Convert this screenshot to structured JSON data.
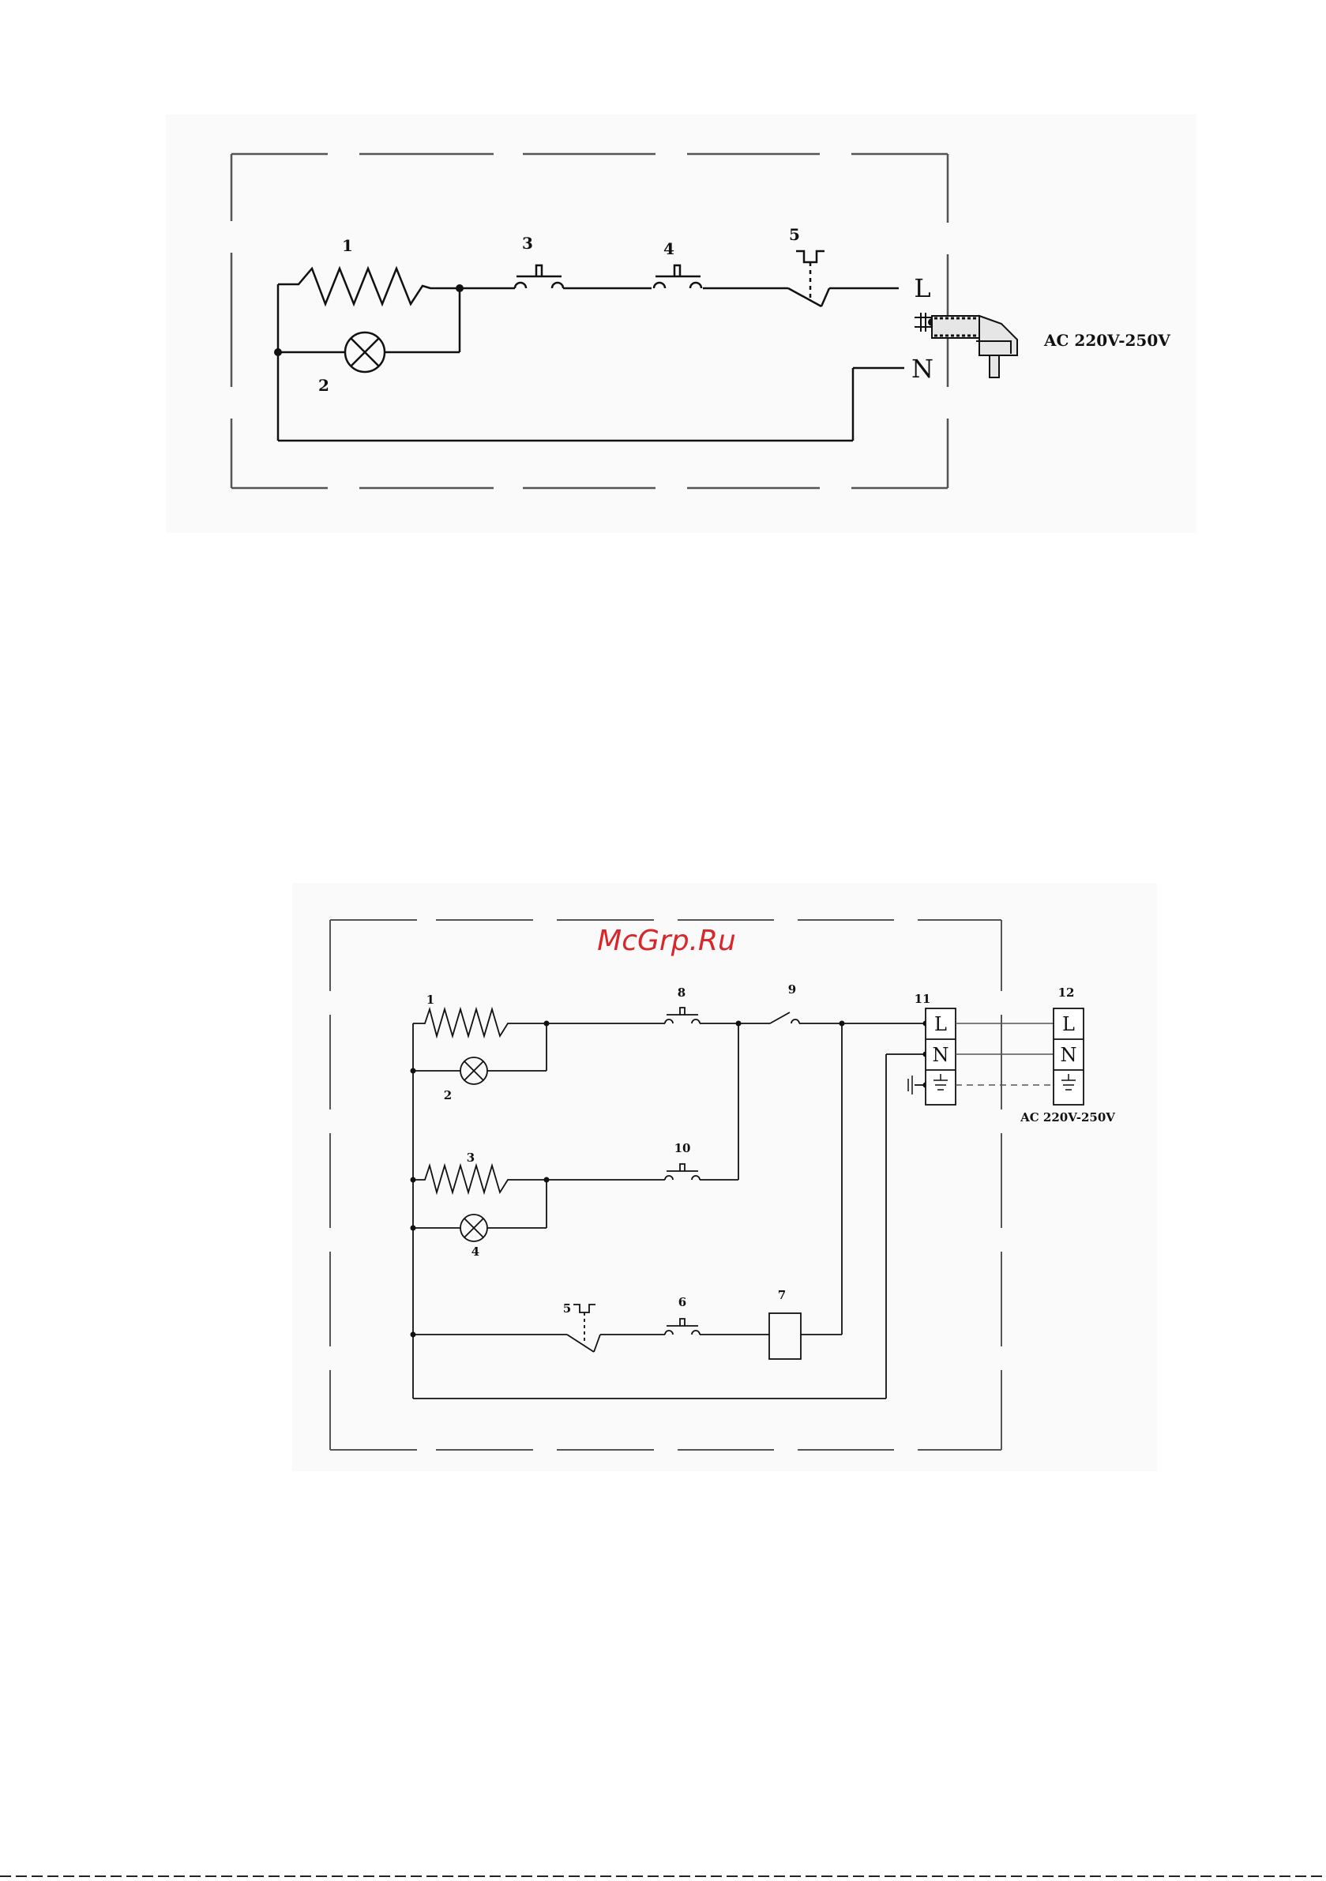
{
  "watermark": "McGrp.Ru",
  "diagram1": {
    "component_labels": [
      "1",
      "2",
      "3",
      "4",
      "5"
    ],
    "line_label": "L",
    "neutral_label": "N",
    "supply_label": "AC 220V-250V"
  },
  "diagram2": {
    "component_labels": [
      "1",
      "2",
      "3",
      "4",
      "5",
      "6",
      "7",
      "8",
      "9",
      "10",
      "11",
      "12"
    ],
    "terminal_L": "L",
    "terminal_N": "N",
    "supply_label": "AC 220V-250V"
  },
  "colors": {
    "ink": "#111111",
    "watermark": "#d9262b",
    "border": "#555555"
  }
}
